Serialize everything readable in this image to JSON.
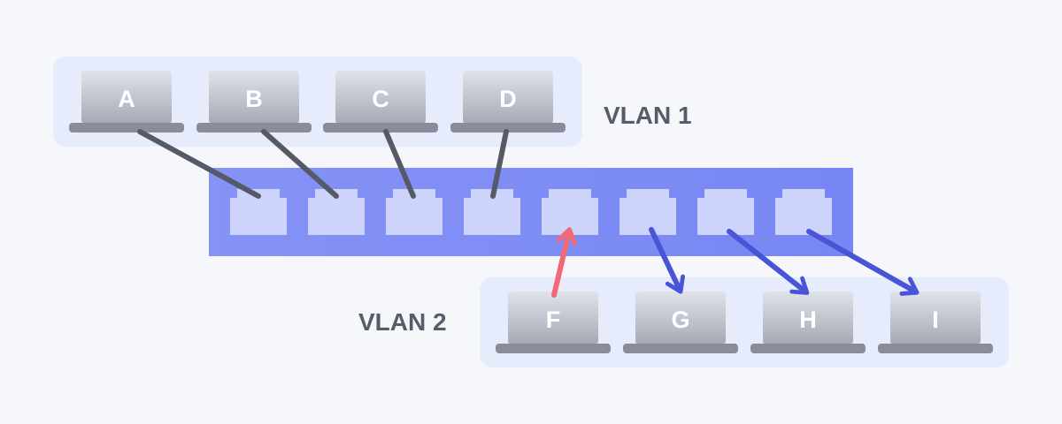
{
  "colors": {
    "background": "#f6f7fb",
    "group_bg": "#e6ecfb",
    "switch": "#7f8df6",
    "port": "#cdd3fb",
    "cable": "#555a67",
    "arrow_in": "#f26876",
    "arrow_out": "#4a55d6",
    "laptop_screen_top": "#dfe2e9",
    "laptop_screen_bottom": "#a8abb6",
    "laptop_base": "#8a8d99",
    "vlan_label": "#575c6b"
  },
  "vlan1": {
    "label": "VLAN 1",
    "laptops": [
      "A",
      "B",
      "C",
      "D"
    ]
  },
  "vlan2": {
    "label": "VLAN 2",
    "laptops": [
      "F",
      "G",
      "H",
      "I"
    ]
  },
  "switch": {
    "ports": 8
  },
  "icons": {
    "laptop": "laptop-icon",
    "port": "ethernet-port-icon"
  }
}
